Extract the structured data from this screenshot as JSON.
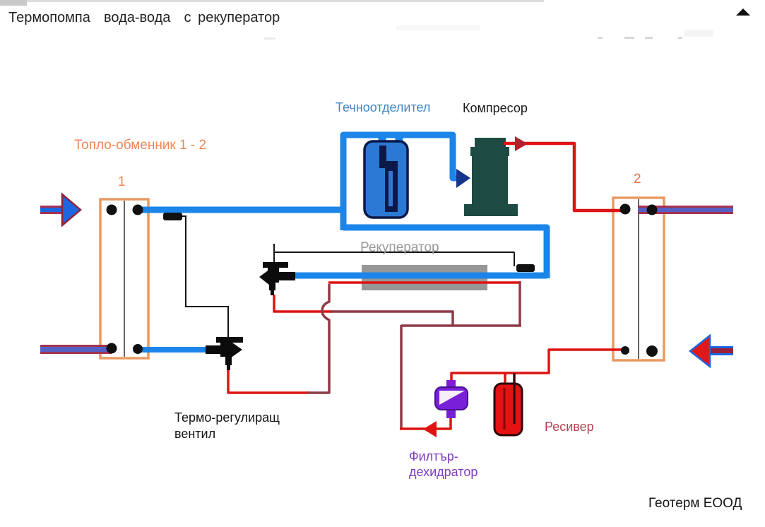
{
  "window": {
    "title": "Термопомпа  вода-вода  с рекуператор",
    "footer": "Геотерм ЕООД"
  },
  "components": {
    "separator_label": "Течноотделител",
    "compressor_label": "Компресор",
    "heat_exchanger_label": "Топло-обменник 1 - 2",
    "hx1_number": "1",
    "hx2_number": "2",
    "recuperator_label": "Рекуператор",
    "trv_label_line1": "Термо-регулиращ",
    "trv_label_line2": "вентил",
    "filter_label_line1": "Филтър-",
    "filter_label_line2": "дехидратор",
    "receiver_label": "Ресивер"
  },
  "icons": {
    "scroll_up": "scroll-up-arrow-icon"
  },
  "colors": {
    "pipe_blue": "#1b85ea",
    "navy": "#0c1848",
    "sep_fill": "#2b79d4",
    "teal": "#1d4b43",
    "red": "#dd1412",
    "maroon": "#8f3a48",
    "hx_orange": "#e89a62",
    "box_gray": "#979797",
    "purple": "#7a1fd8",
    "receiver_red": "#e41212",
    "water_maroon": "#a23450",
    "water_stripe": "#5560c5",
    "arrow_blue": "#1d66e0",
    "arrow_red": "#e01818",
    "label_blue": "#3f86c8",
    "label_orange": "#ef8757",
    "label_orange2": "#e2734d",
    "label_gray": "#9a9a9a",
    "label_purple": "#7d3bbf",
    "label_receiver": "#b5404f"
  }
}
